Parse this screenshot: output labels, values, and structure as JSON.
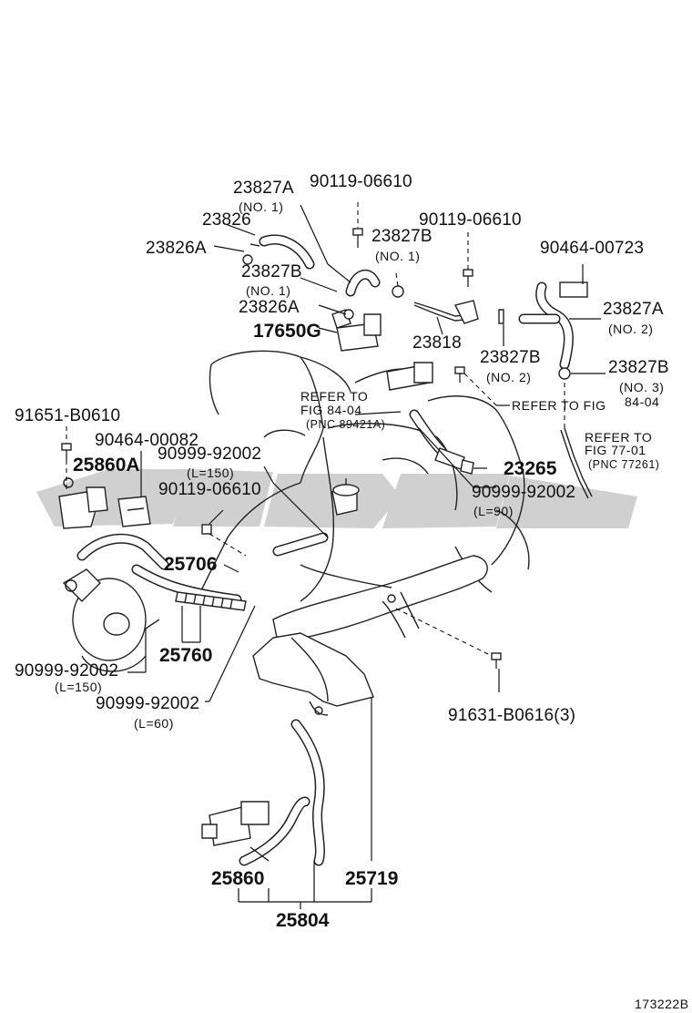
{
  "watermark": {
    "color": "#c8c8c8"
  },
  "labels": {
    "l23827A_1": "23827A",
    "l23827A_1_sub": "(NO. 1)",
    "l90119_a": "90119-06610",
    "l23826": "23826",
    "l23827B_1": "23827B",
    "l23827B_1_sub": "(NO. 1)",
    "l90119_b": "90119-06610",
    "l23826A": "23826A",
    "l23827B_1b": "23827B",
    "l23827B_1b_sub": "(NO. 1)",
    "l90464_723": "90464-00723",
    "l23826A_b": "23826A",
    "l17650G": "17650G",
    "l23818": "23818",
    "l23827A_2": "23827A",
    "l23827A_2_sub": "(NO. 2)",
    "l23827B_2": "23827B",
    "l23827B_2_sub": "(NO. 2)",
    "l23827B_3": "23827B",
    "l23827B_3_sub": "(NO. 3)",
    "refer1_a": "REFER TO",
    "refer1_b": "FIG 84-04",
    "refer1_c": "(PNC 89421A)",
    "refer2_a": "REFER TO FIG",
    "refer2_b": "84-04",
    "refer3_a": "REFER TO",
    "refer3_b": "FIG 77-01",
    "refer3_c": "(PNC 77261)",
    "l91651": "91651-B0610",
    "l90464_82": "90464-00082",
    "l25860A": "25860A",
    "l90999_150a": "90999-92002",
    "l90999_150a_sub": "(L=150)",
    "l90119_c": "90119-06610",
    "l23265": "23265",
    "l90999_90": "90999-92002",
    "l90999_90_sub": "(L=90)",
    "l25706": "25706",
    "l90999_150b": "90999-92002",
    "l90999_150b_sub": "(L=150)",
    "l25760": "25760",
    "l90999_60": "90999-92002",
    "l90999_60_sub": "(L=60)",
    "l91631": "91631-B0616(3)",
    "l25860": "25860",
    "l25719": "25719",
    "l25804": "25804",
    "figure_id": "173222B"
  }
}
